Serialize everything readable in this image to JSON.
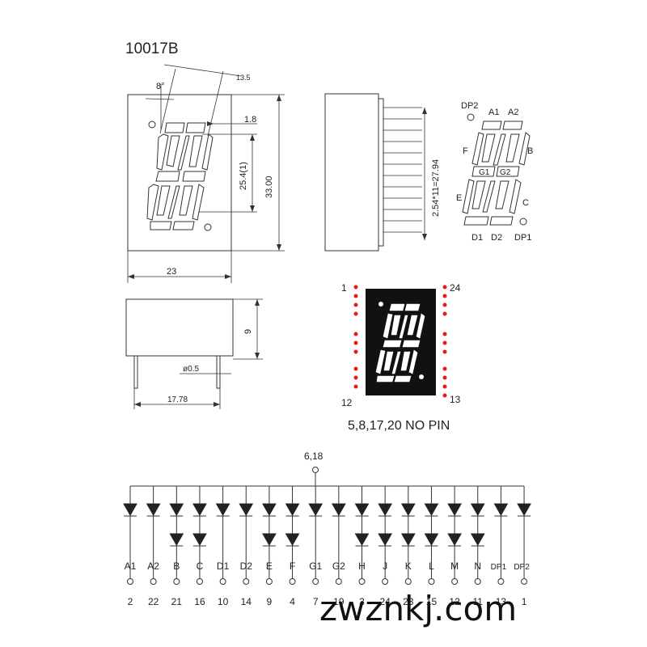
{
  "title": "10017B",
  "dims": {
    "d_13_5": "13.5",
    "angle_8": "8°",
    "d_1_8": "1.8",
    "d_25_4": "25.4(1)",
    "d_33": "33.00",
    "d_23": "23",
    "d_pitch": "2.54*11=27.94",
    "d_9": "9",
    "d_pin_dia": "ø0.5",
    "d_17_78": "17.78"
  },
  "side_labels": {
    "dp2": "DP2",
    "a1": "A1",
    "a2": "A2",
    "f": "F",
    "b": "B",
    "g1": "G1",
    "g2": "G2",
    "e": "E",
    "c": "C",
    "d1": "D1",
    "d2": "D2",
    "dp1": "DP1"
  },
  "pin_view": {
    "pin_1": "1",
    "pin_24": "24",
    "pin_12": "12",
    "pin_13": "13",
    "note": "5,8,17,20 NO PIN"
  },
  "schematic": {
    "common": "6,18",
    "segments": [
      "A1",
      "A2",
      "B",
      "C",
      "D1",
      "D2",
      "E",
      "F",
      "G1",
      "G2",
      "H",
      "J",
      "K",
      "L",
      "M",
      "N",
      "DP1",
      "DP2"
    ],
    "pins": [
      "2",
      "22",
      "21",
      "16",
      "10",
      "14",
      "9",
      "4",
      "7",
      "19",
      "3",
      "24",
      "23",
      "15",
      "12",
      "11",
      "13",
      "1"
    ],
    "second_diode": [
      false,
      false,
      true,
      true,
      false,
      false,
      true,
      true,
      false,
      false,
      true,
      true,
      true,
      true,
      true,
      true,
      false,
      false
    ]
  },
  "watermark": "zwznkj.com"
}
